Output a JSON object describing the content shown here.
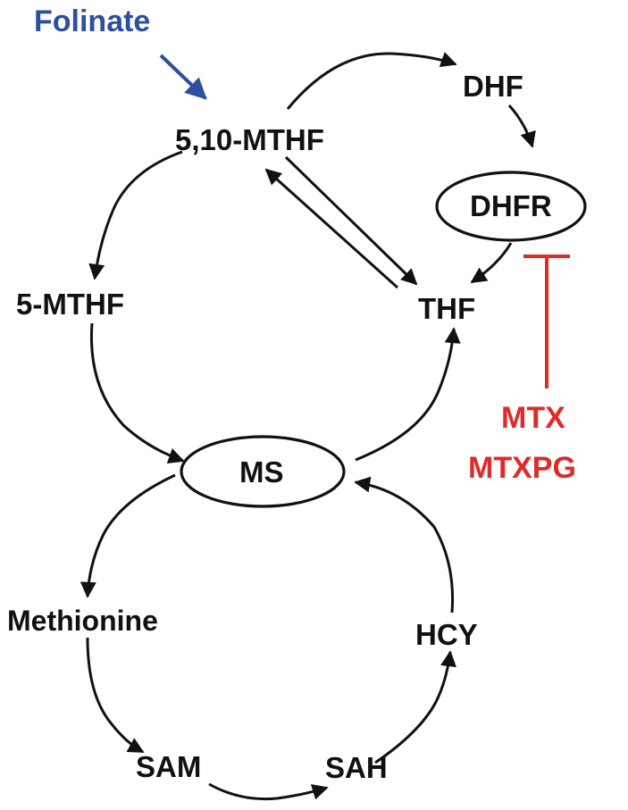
{
  "diagram": {
    "source_label": "Folinate",
    "nodes": {
      "mthf510": "5,10-MTHF",
      "dhf": "DHF",
      "dhfr": "DHFR",
      "mthf5": "5-MTHF",
      "thf": "THF",
      "ms": "MS",
      "methionine": "Methionine",
      "hcy": "HCY",
      "sam": "SAM",
      "sah": "SAH"
    },
    "inhibitors": [
      "MTX",
      "MTXPG"
    ],
    "colors": {
      "source": "#2e4f9e",
      "inhibitor": "#e02a2a",
      "main": "#111111"
    }
  }
}
